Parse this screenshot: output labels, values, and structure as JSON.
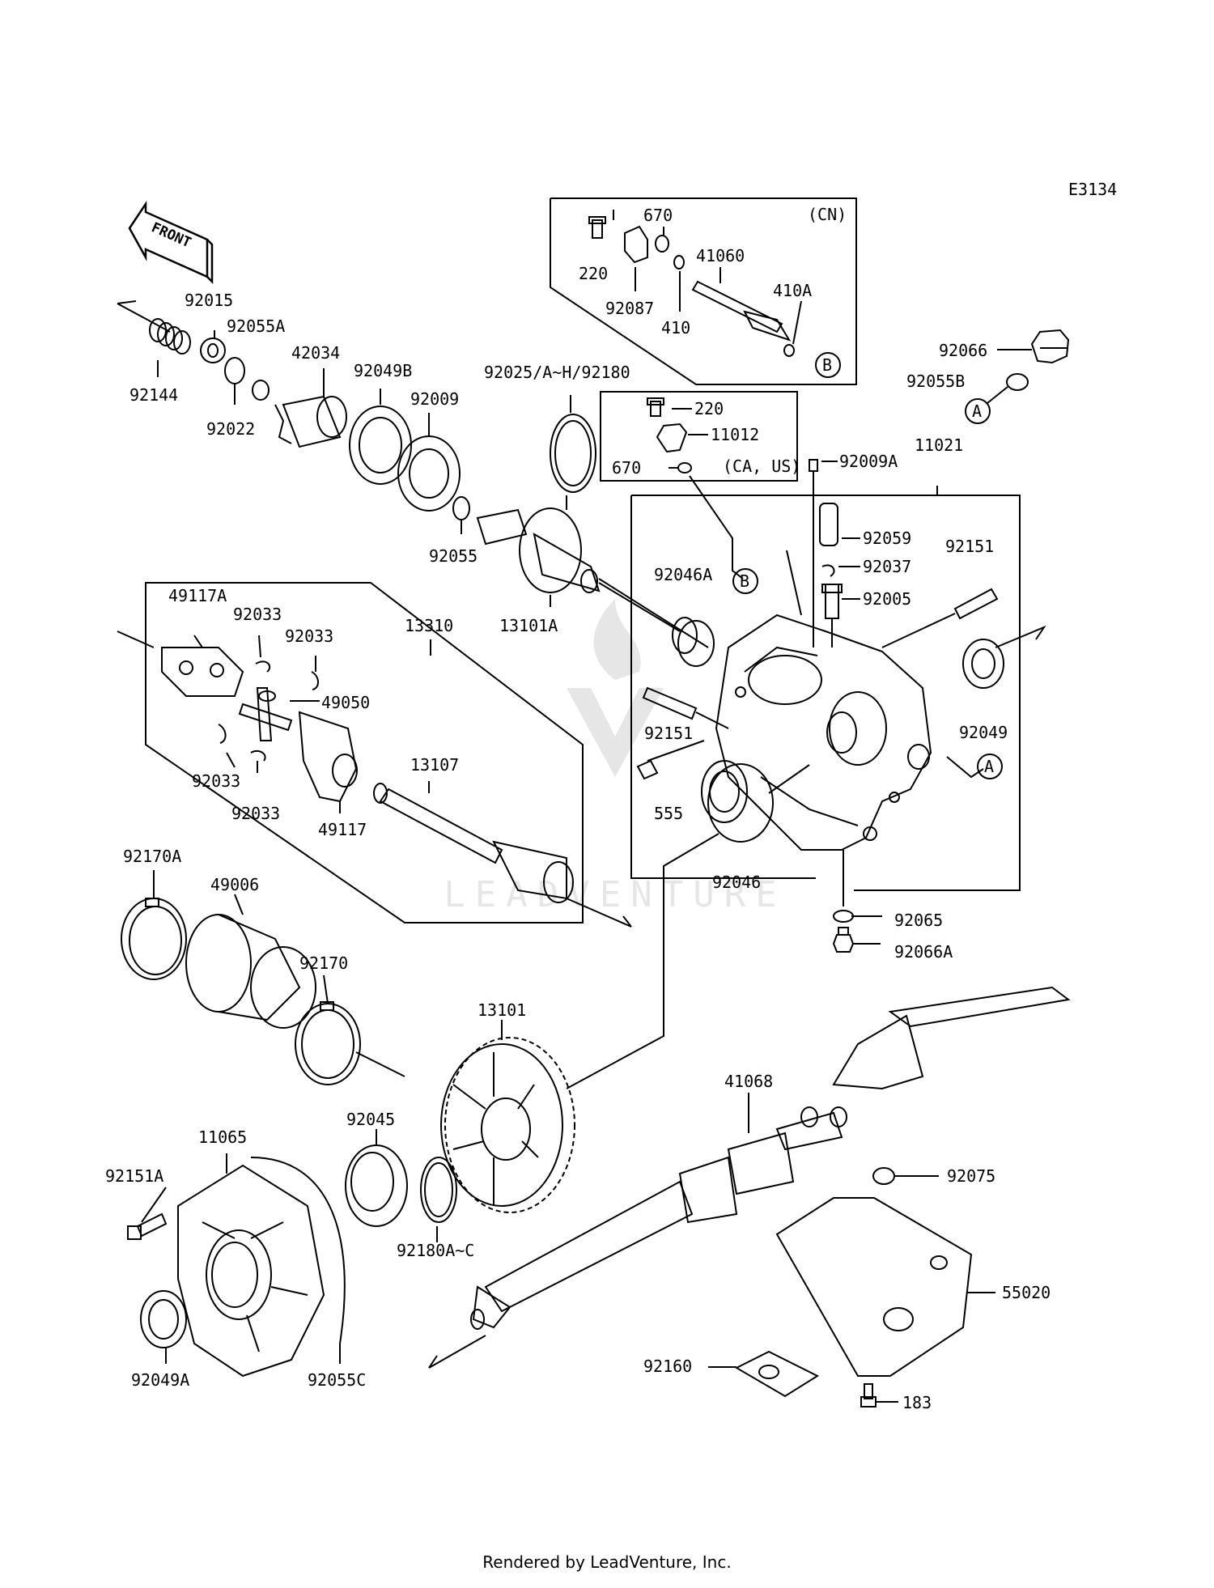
{
  "diagram": {
    "code": "E3134",
    "front_label": "FRONT",
    "notes": {
      "cn": "(CN)",
      "ca_us": "(CA, US)"
    },
    "markers": {
      "a": "A",
      "b": "B"
    },
    "watermark": "LEADVENTURE",
    "footer": "Rendered by LeadVenture, Inc.",
    "labels": {
      "p670a": "670",
      "p220a": "220",
      "p92087": "92087",
      "p410": "410",
      "p41060": "41060",
      "p410A": "410A",
      "p92066": "92066",
      "p92055B": "92055B",
      "p220b": "220",
      "p11012": "11012",
      "p670b": "670",
      "p11021": "11021",
      "p92009A": "92009A",
      "p92059": "92059",
      "p92037": "92037",
      "p92005": "92005",
      "p92151a": "92151",
      "p92046A": "92046A",
      "p92151b": "92151",
      "p92049": "92049",
      "p555": "555",
      "p92046": "92046",
      "p92065": "92065",
      "p92066A": "92066A",
      "p92015": "92015",
      "p92055A": "92055A",
      "p92144": "92144",
      "p92022": "92022",
      "p42034": "42034",
      "p92049B": "92049B",
      "p92009": "92009",
      "p92025": "92025/A~H/92180",
      "p92055": "92055",
      "p13101A": "13101A",
      "p49117A": "49117A",
      "p92033a": "92033",
      "p92033b": "92033",
      "p13310": "13310",
      "p49050": "49050",
      "p92033c": "92033",
      "p92033d": "92033",
      "p49117": "49117",
      "p13107": "13107",
      "p92170A": "92170A",
      "p49006": "49006",
      "p92170": "92170",
      "p13101": "13101",
      "p41068": "41068",
      "p92075": "92075",
      "p11065": "11065",
      "p92045": "92045",
      "p92151A": "92151A",
      "p92180A": "92180A~C",
      "p92049A": "92049A",
      "p92055C": "92055C",
      "p55020": "55020",
      "p92160": "92160",
      "p183": "183"
    }
  }
}
